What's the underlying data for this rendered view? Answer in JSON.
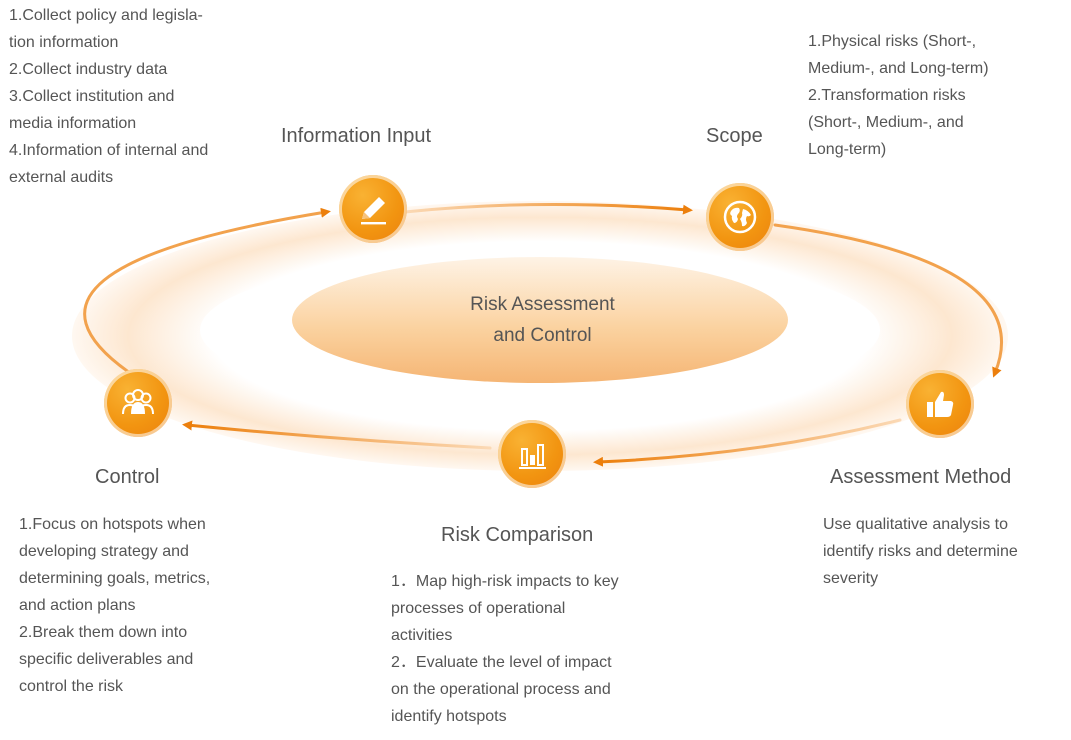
{
  "center": {
    "line1": "Risk Assessment",
    "line2": "and Control"
  },
  "nodes": {
    "information_input": {
      "title": "Information Input",
      "icon": "pencil-icon",
      "items": [
        "1.Collect policy and legisla-",
        "tion information",
        "2.Collect industry data",
        "3.Collect institution and",
        "media information",
        "4.Information of internal and",
        "external audits"
      ]
    },
    "scope": {
      "title": "Scope",
      "icon": "globe-icon",
      "items": [
        "1.Physical risks (Short-,",
        "Medium-, and Long-term)",
        "2.Transformation risks",
        "(Short-, Medium-, and",
        "Long-term)"
      ]
    },
    "assessment_method": {
      "title": "Assessment Method",
      "icon": "thumbs-up-icon",
      "items": [
        "Use qualitative analysis to",
        "identify risks and determine",
        "severity"
      ]
    },
    "risk_comparison": {
      "title": "Risk Comparison",
      "icon": "bar-chart-icon",
      "items": [
        "1．Map high-risk impacts to key",
        "processes of operational",
        "activities",
        "2．Evaluate the level of impact",
        "on the operational process and",
        "identify hotspots"
      ]
    },
    "control": {
      "title": "Control",
      "icon": "team-icon",
      "items": [
        "1.Focus on hotspots when",
        "developing strategy and",
        "determining goals, metrics,",
        "and action plans",
        "2.Break them down into",
        "specific deliverables and",
        "control the risk"
      ]
    }
  },
  "colors": {
    "accent": "#f29511",
    "accent_dark": "#ec7f0c",
    "accent_light": "#f9b233",
    "ring": "#fde9d3",
    "text": "#555555"
  }
}
